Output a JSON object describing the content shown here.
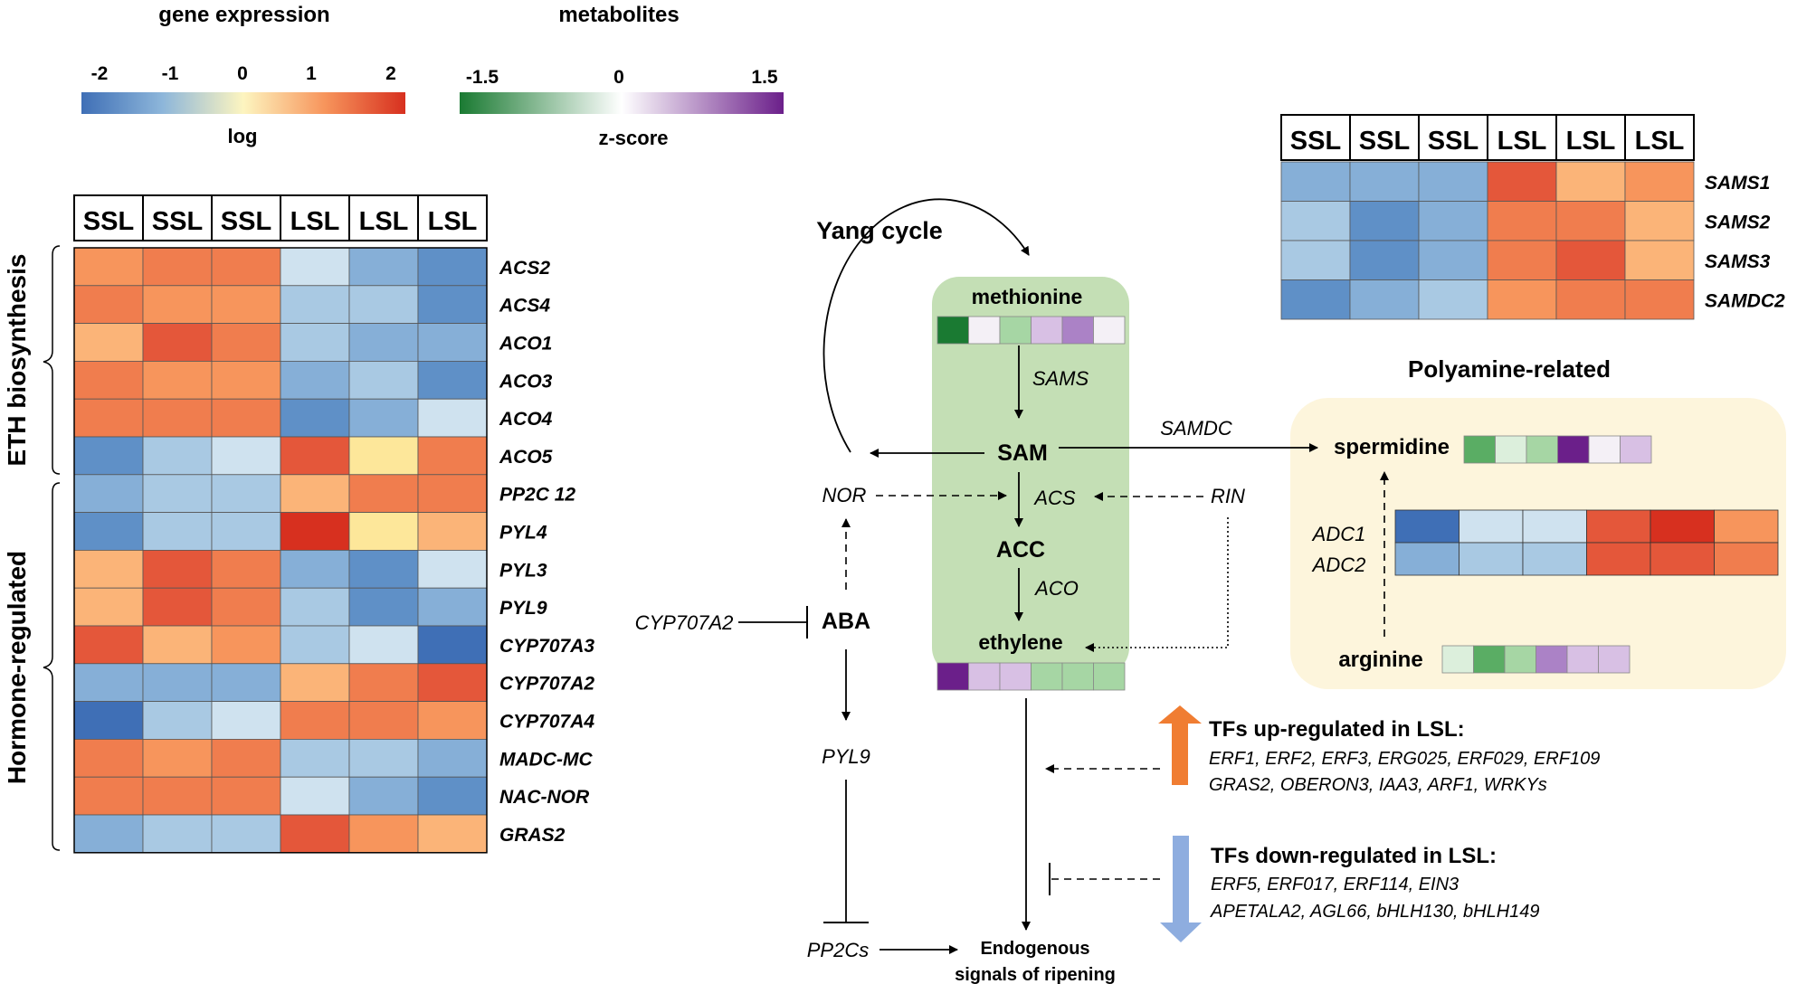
{
  "legends": {
    "gene": {
      "title": "gene expression",
      "ticks": [
        "-2",
        "-1",
        "0",
        "1",
        "2"
      ],
      "caption": "log",
      "colors": [
        "#3f6fb6",
        "#8db6da",
        "#fdf5c0",
        "#f7955c",
        "#d7301f"
      ]
    },
    "metab": {
      "title": "metabolites",
      "ticks": [
        "-1.5",
        "0",
        "1.5"
      ],
      "caption": "z-score",
      "colors": [
        "#1a7a32",
        "#ffffff",
        "#6b1f8a"
      ]
    }
  },
  "palette": {
    "B4": "#3f6fb6",
    "B3": "#5f90c7",
    "B2": "#86afd7",
    "B1": "#a9c9e3",
    "B0": "#cfe2ef",
    "Y": "#fde79a",
    "O1": "#fbb478",
    "O2": "#f7955c",
    "O3": "#f07d4e",
    "R1": "#e4573a",
    "R2": "#d7301f",
    "G3": "#1a7a32",
    "G2": "#5aad64",
    "G1": "#a6d6a4",
    "G0": "#dcefdc",
    "W": "#f4f0f6",
    "P1": "#d8c0e4",
    "P2": "#ab82c6",
    "P3": "#6b1f8a",
    "greenbox": "#c4dfb5",
    "yellowbox": "#fdf5dc",
    "uparrow": "#f07d32",
    "downarrow": "#8eaddf"
  },
  "left_heatmap": {
    "columns": [
      "SSL",
      "SSL",
      "SSL",
      "LSL",
      "LSL",
      "LSL"
    ],
    "groups": [
      {
        "label": "ETH biosynthesis",
        "rows": [
          {
            "gene": "ACS2",
            "cells": [
              "O2",
              "O3",
              "O3",
              "B0",
              "B2",
              "B3"
            ]
          },
          {
            "gene": "ACS4",
            "cells": [
              "O3",
              "O2",
              "O2",
              "B1",
              "B1",
              "B3"
            ]
          },
          {
            "gene": "ACO1",
            "cells": [
              "O1",
              "R1",
              "O3",
              "B1",
              "B2",
              "B2"
            ]
          },
          {
            "gene": "ACO3",
            "cells": [
              "O3",
              "O2",
              "O2",
              "B2",
              "B1",
              "B3"
            ]
          },
          {
            "gene": "ACO4",
            "cells": [
              "O3",
              "O3",
              "O3",
              "B3",
              "B2",
              "B0"
            ]
          },
          {
            "gene": "ACO5",
            "cells": [
              "B3",
              "B1",
              "B0",
              "R1",
              "Y",
              "O3"
            ]
          }
        ]
      },
      {
        "label": "Hormone-regulated",
        "rows": [
          {
            "gene": "PP2C 12",
            "cells": [
              "B2",
              "B1",
              "B1",
              "O1",
              "O3",
              "O3"
            ]
          },
          {
            "gene": "PYL4",
            "cells": [
              "B3",
              "B1",
              "B1",
              "R2",
              "Y",
              "O1"
            ]
          },
          {
            "gene": "PYL3",
            "cells": [
              "O1",
              "R1",
              "O3",
              "B2",
              "B3",
              "B0"
            ]
          },
          {
            "gene": "PYL9",
            "cells": [
              "O1",
              "R1",
              "O3",
              "B1",
              "B3",
              "B2"
            ]
          },
          {
            "gene": "CYP707A3",
            "cells": [
              "R1",
              "O1",
              "O2",
              "B1",
              "B0",
              "B4"
            ]
          },
          {
            "gene": "CYP707A2",
            "cells": [
              "B2",
              "B2",
              "B2",
              "O1",
              "O3",
              "R1"
            ]
          },
          {
            "gene": "CYP707A4",
            "cells": [
              "B4",
              "B1",
              "B0",
              "O3",
              "O3",
              "O2"
            ]
          },
          {
            "gene": "MADC-MC",
            "cells": [
              "O3",
              "O2",
              "O3",
              "B1",
              "B1",
              "B2"
            ]
          },
          {
            "gene": "NAC-NOR",
            "cells": [
              "O3",
              "O3",
              "O3",
              "B0",
              "B2",
              "B3"
            ]
          },
          {
            "gene": "GRAS2",
            "cells": [
              "B2",
              "B1",
              "B1",
              "R1",
              "O2",
              "O1"
            ]
          }
        ]
      }
    ]
  },
  "right_heatmap": {
    "columns": [
      "SSL",
      "SSL",
      "SSL",
      "LSL",
      "LSL",
      "LSL"
    ],
    "rows": [
      {
        "gene": "SAMS1",
        "cells": [
          "B2",
          "B2",
          "B2",
          "R1",
          "O1",
          "O2"
        ]
      },
      {
        "gene": "SAMS2",
        "cells": [
          "B1",
          "B3",
          "B2",
          "O3",
          "O3",
          "O1"
        ]
      },
      {
        "gene": "SAMS3",
        "cells": [
          "B1",
          "B3",
          "B2",
          "O3",
          "R1",
          "O1"
        ]
      },
      {
        "gene": "SAMDC2",
        "cells": [
          "B3",
          "B2",
          "B1",
          "O2",
          "O3",
          "O3"
        ]
      }
    ]
  },
  "pathway": {
    "yang_cycle": "Yang cycle",
    "methionine": "methionine",
    "methionine_cells": [
      "G3",
      "W",
      "G1",
      "P1",
      "P2",
      "W"
    ],
    "sams": "SAMS",
    "sam": "SAM",
    "acs": "ACS",
    "acc": "ACC",
    "aco": "ACO",
    "ethylene": "ethylene",
    "ethylene_cells": [
      "P3",
      "P1",
      "P1",
      "G1",
      "G1",
      "G1"
    ],
    "nor": "NOR",
    "rin": "RIN",
    "samdc": "SAMDC",
    "cyp": "CYP707A2",
    "aba": "ABA",
    "pyl9": "PYL9",
    "pp2cs": "PP2Cs",
    "endogenous_line1": "Endogenous",
    "endogenous_line2": "signals of ripening"
  },
  "polyamine": {
    "title": "Polyamine-related",
    "spermidine": "spermidine",
    "spermidine_cells": [
      "G2",
      "G0",
      "G1",
      "P3",
      "W",
      "P1"
    ],
    "adc1": "ADC1",
    "adc2": "ADC2",
    "adc1_cells": [
      "B4",
      "B0",
      "B0",
      "R1",
      "R2",
      "O2"
    ],
    "adc2_cells": [
      "B2",
      "B1",
      "B1",
      "R1",
      "R1",
      "O3"
    ],
    "arginine": "arginine",
    "arginine_cells": [
      "G0",
      "G2",
      "G1",
      "P2",
      "P1",
      "P1"
    ]
  },
  "tfs": {
    "up_title": "TFs up-regulated in LSL:",
    "up_line1": "ERF1, ERF2, ERF3, ERG025, ERF029, ERF109",
    "up_line2": "GRAS2, OBERON3, IAA3, ARF1, WRKYs",
    "down_title": "TFs down-regulated in LSL:",
    "down_line1": "ERF5, ERF017, ERF114, EIN3",
    "down_line2": "APETALA2, AGL66, bHLH130, bHLH149"
  }
}
